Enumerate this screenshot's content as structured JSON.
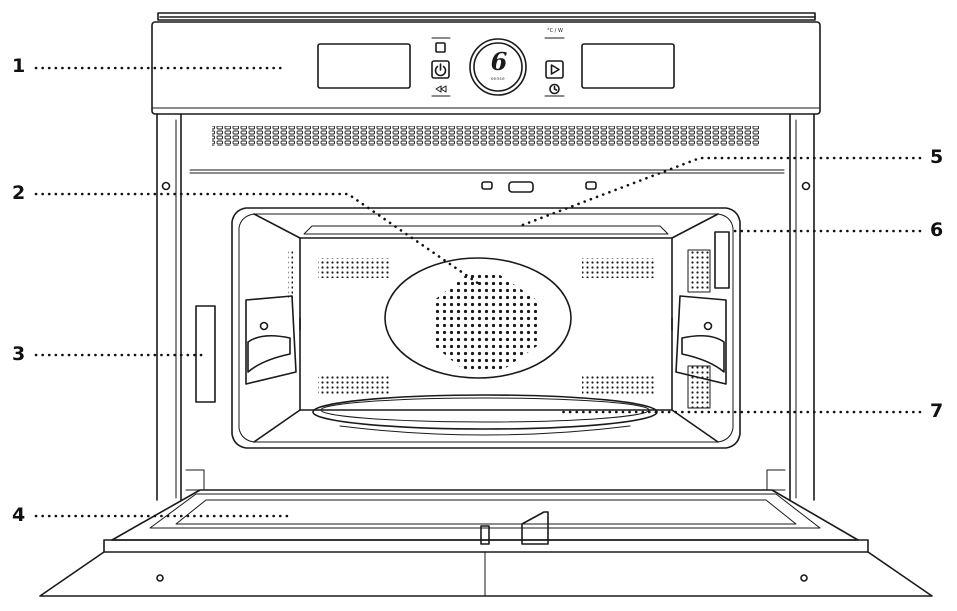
{
  "callouts": [
    "1",
    "2",
    "3",
    "4",
    "5",
    "6",
    "7"
  ],
  "panel": {
    "dial_number": "6",
    "dial_sense": "sense",
    "temp_power_label": "°C / W"
  },
  "colors": {
    "line": "#1a1a1a",
    "background": "#ffffff",
    "dots": "#111111"
  },
  "icons": {
    "left_top": "stop-square-icon",
    "left_mid": "power-icon",
    "left_bottom": "back-icon",
    "right_mid": "start-play-icon",
    "right_bottom": "timer-icon"
  }
}
